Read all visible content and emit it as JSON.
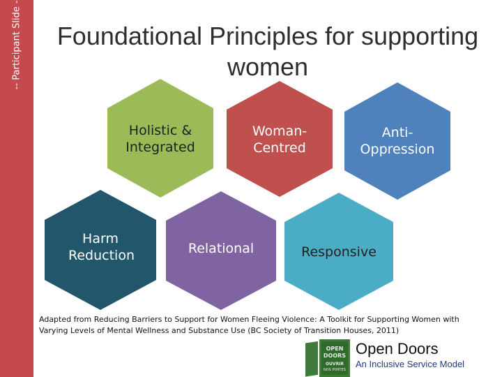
{
  "sidebar": {
    "label": "-- Participant Slide --"
  },
  "title": "Foundational Principles for supporting women",
  "principles": [
    {
      "label": "Holistic & Integrated",
      "color": "#9bbb59",
      "text_color": "#1f1f1f"
    },
    {
      "label": "Woman-Centred",
      "color": "#c0504d",
      "text_color": "#ffffff"
    },
    {
      "label": "Anti-Oppression",
      "color": "#4f81bd",
      "text_color": "#ffffff"
    },
    {
      "label": "Harm Reduction",
      "color": "#22576b",
      "text_color": "#ffffff"
    },
    {
      "label": "Relational",
      "color": "#8064a2",
      "text_color": "#ffffff"
    },
    {
      "label": "Responsive",
      "color": "#4bacc6",
      "text_color": "#1f1f1f"
    }
  ],
  "citation": "Adapted from Reducing Barriers to Support for Women Fleeing Violence: A Toolkit for Supporting Women with Varying Levels of Mental Wellness and Substance Use (BC Society of Transition Houses, 2011)",
  "brand": {
    "name": "Open Doors",
    "tagline": "An Inclusive Service Model",
    "logo_text": [
      "OPEN",
      "DOORS",
      "OUVRIR",
      "NOS PORTES"
    ]
  },
  "colors": {
    "sidebar": "#c44a4e",
    "logo_green": "#3f7a3a"
  }
}
